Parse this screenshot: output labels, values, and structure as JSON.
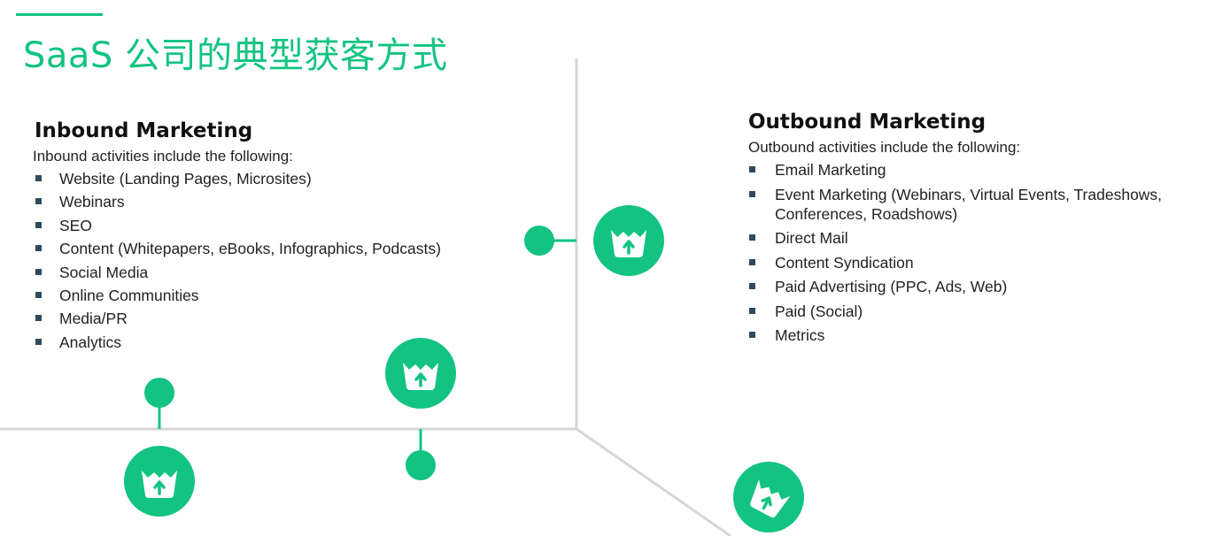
{
  "title": "SaaS 公司的典型获客方式",
  "colors": {
    "accent": "#12c382",
    "axis": "#d6d6d6",
    "bullet": "#2f4a5c"
  },
  "inbound": {
    "heading": "Inbound Marketing",
    "intro": "Inbound activities include the following:",
    "items": [
      "Website (Landing Pages, Microsites)",
      "Webinars",
      "SEO",
      "Content (Whitepapers, eBooks, Infographics, Podcasts)",
      "Social Media",
      "Online Communities",
      "Media/PR",
      "Analytics"
    ]
  },
  "outbound": {
    "heading": "Outbound Marketing",
    "intro": "Outbound activities include the following:",
    "items": [
      "Email Marketing",
      "Event Marketing (Webinars, Virtual Events, Tradeshows,\nConferences, Roadshows)",
      "Direct Mail",
      "Content Syndication",
      "Paid Advertising (PPC, Ads, Web)",
      "Paid (Social)",
      "Metrics"
    ]
  },
  "icons": [
    "basket-upload-icon",
    "basket-upload-icon",
    "basket-upload-icon",
    "basket-upload-icon"
  ]
}
